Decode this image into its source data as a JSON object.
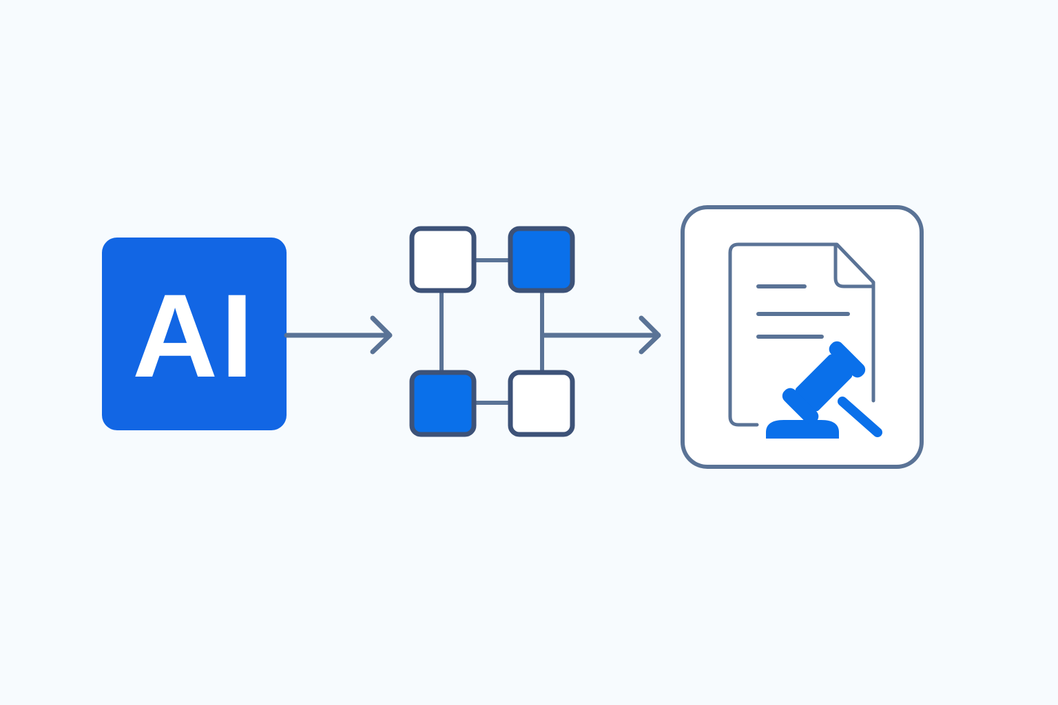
{
  "ai_badge": {
    "label": "AI"
  },
  "nodes": [
    {
      "name": "grid-node-top-left",
      "filled": false
    },
    {
      "name": "grid-node-top-right",
      "filled": true
    },
    {
      "name": "grid-node-bottom-left",
      "filled": true
    },
    {
      "name": "grid-node-bottom-right",
      "filled": false
    }
  ],
  "icons": {
    "ai": "ai-chip-icon",
    "network": "node-network-icon",
    "legal": "legal-document-gavel-icon"
  },
  "colors": {
    "background": "#f7fbfe",
    "ai_fill": "#1266e4",
    "ai_text": "#ffffff",
    "accent": "#0a70ea",
    "stroke": "#5a7396",
    "node_stroke": "#3d5278",
    "node_empty": "#ffffff"
  }
}
